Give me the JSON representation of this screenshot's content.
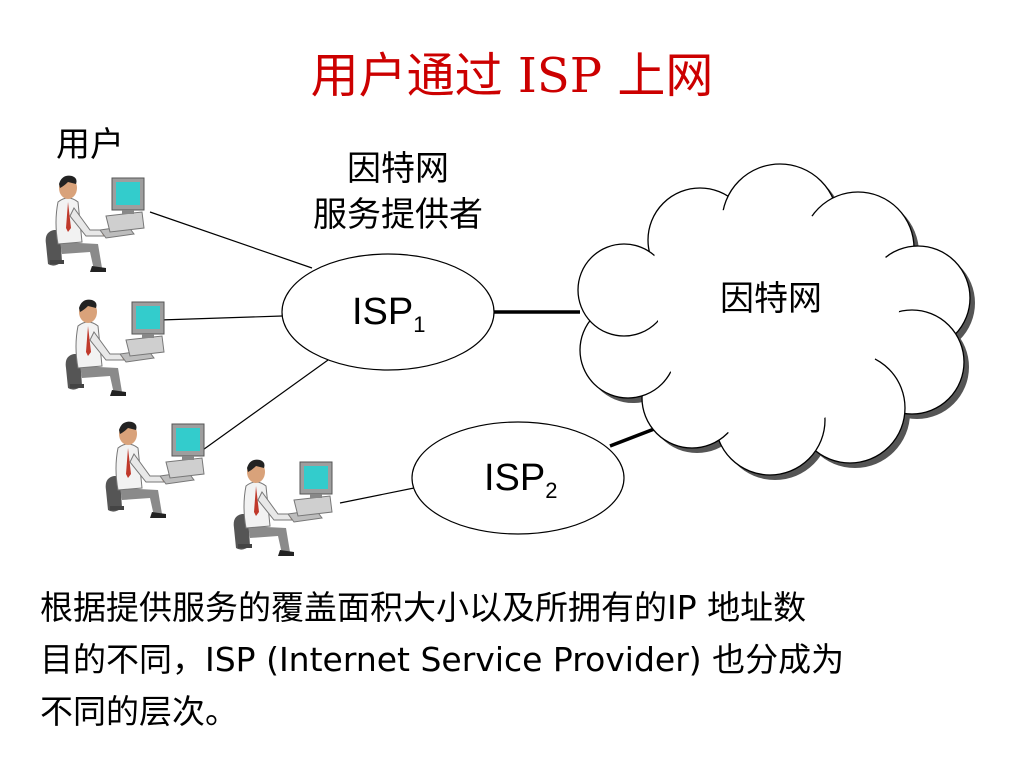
{
  "title": "用户通过 ISP 上网",
  "labels": {
    "users": "用户",
    "isp_provider_line1": "因特网",
    "isp_provider_line2": "服务提供者",
    "internet": "因特网"
  },
  "isp1": {
    "name": "ISP",
    "sub": "1"
  },
  "isp2": {
    "name": "ISP",
    "sub": "2"
  },
  "description": {
    "line1": "根据提供服务的覆盖面积大小以及所拥有的IP 地址数",
    "line2": "目的不同，ISP (Internet Service Provider) 也分成为",
    "line3": "不同的层次。"
  },
  "icons": [
    "user-at-computer-icon",
    "cloud-icon"
  ],
  "colors": {
    "title": "#cc0000",
    "text": "#000000",
    "monitor_screen": "#33cccc"
  }
}
